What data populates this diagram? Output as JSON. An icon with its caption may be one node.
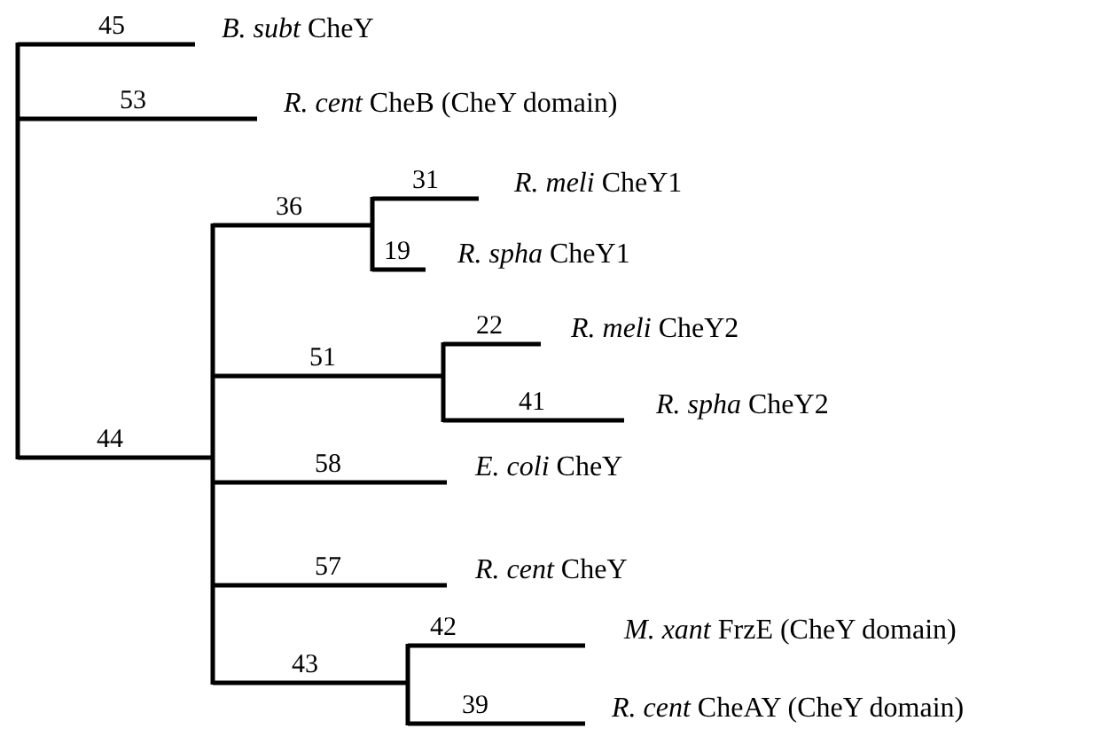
{
  "diagram": {
    "labels": [
      "45",
      "*B. subt* CheY",
      "53",
      "*R. cent* CheB (CheY domain)",
      "36",
      "31",
      "*R. meli* CheY1",
      "19",
      "*R. spha* CheY1",
      "22",
      "*R. meli* CheY2",
      "51",
      "41",
      "*R. spha* CheY2",
      "44",
      "58",
      "*E. coli* CheY",
      "57",
      "*R. cent* CheY",
      "42",
      "*M. xant* FrzE (CheY domain)",
      "43",
      "39",
      "*R. cent* CheAY (CheY domain)"
    ]
  }
}
